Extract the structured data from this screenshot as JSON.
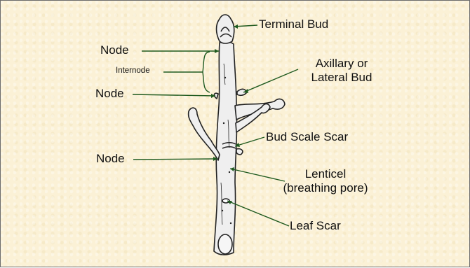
{
  "labels": {
    "terminal_bud": "Terminal Bud",
    "node_top": "Node",
    "internode": "Internode",
    "axillary_line1": "Axillary or",
    "axillary_line2": "Lateral Bud",
    "node_middle": "Node",
    "bud_scale_scar": "Bud Scale Scar",
    "node_bottom": "Node",
    "lenticel_line1": "Lenticel",
    "lenticel_line2": "(breathing pore)",
    "leaf_scar": "Leaf Scar"
  },
  "colors": {
    "background": "#fbf1d6",
    "border": "#6b6b6b",
    "leader": "#1f5a1f",
    "text": "#111111",
    "stem_fill": "#efefef",
    "stem_outline": "#222222"
  }
}
